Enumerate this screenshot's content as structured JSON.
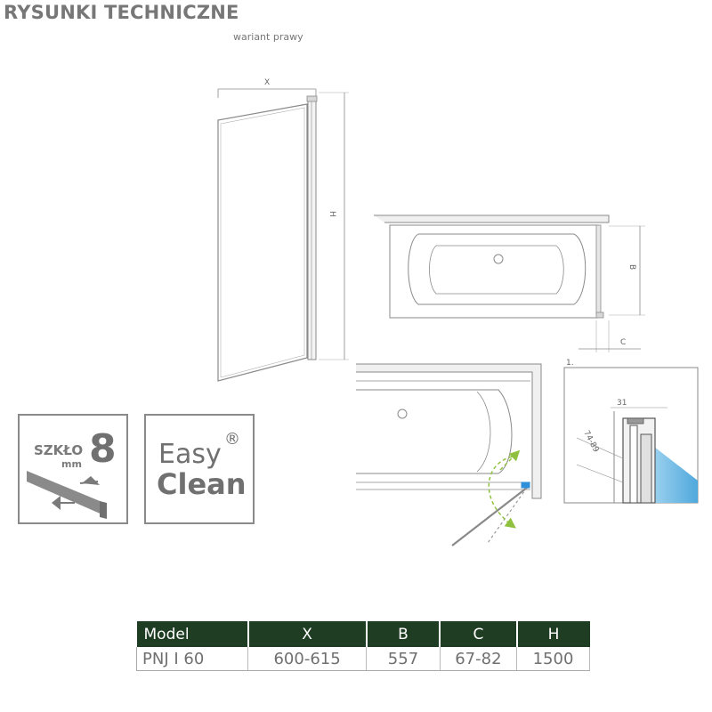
{
  "header": {
    "title": "RYSUNKI TECHNICZNE",
    "variant": "wariant prawy"
  },
  "labels": {
    "x": "X",
    "h": "H",
    "b": "B",
    "c": "C",
    "detail_number": "1.",
    "detail_width": "31",
    "detail_range": "74-89"
  },
  "badges": {
    "glass": {
      "line1": "SZKŁO",
      "unit": "mm",
      "value": "8"
    },
    "easyclean": {
      "line1": "Easy",
      "reg": "®",
      "line2": "Clean"
    }
  },
  "table": {
    "headers": [
      "Model",
      "X",
      "B",
      "C",
      "H"
    ],
    "rows": [
      [
        "PNJ I 60",
        "600-615",
        "557",
        "67-82",
        "1500"
      ]
    ]
  },
  "colors": {
    "header_bg": "#1f3d22",
    "arrow_green": "#8fc13f",
    "glass_blue": "#7ec3ea",
    "hinge_blue": "#2f8fd8"
  }
}
